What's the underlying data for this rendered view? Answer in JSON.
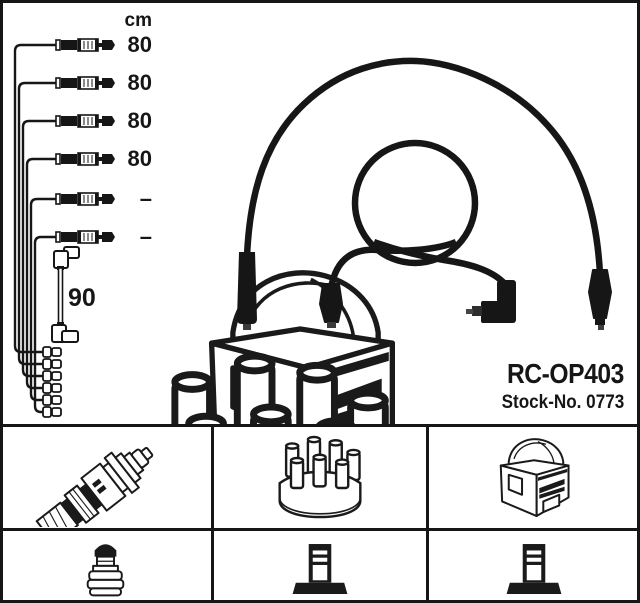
{
  "product": {
    "part_number": "RC-OP403",
    "stock_number": "Stock-No. 0773"
  },
  "measurements": {
    "unit_header": "cm",
    "cable_lengths": [
      "80",
      "80",
      "80",
      "80",
      "–",
      "–"
    ],
    "coil_cable_length": "90"
  },
  "legend": {
    "row1": [
      "spark-plug",
      "distributor-cap",
      "ignition-coil"
    ],
    "row2": [
      "plug-terminal-nut",
      "coil-tower-terminal",
      "coil-tower-terminal"
    ]
  },
  "colors": {
    "ink": "#161616",
    "background": "#ffffff"
  }
}
